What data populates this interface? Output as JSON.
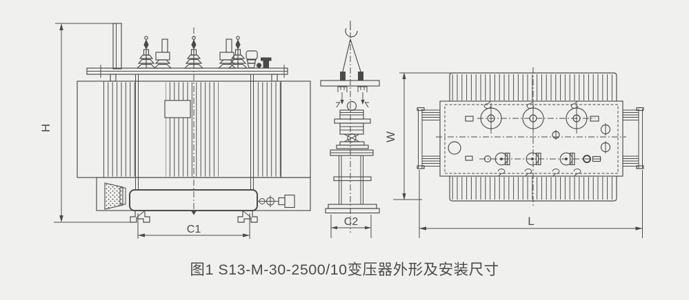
{
  "figure": {
    "caption": "图1 S13-M-30-2500/10变压器外形及安装尺寸",
    "figure_number": "图1",
    "model": "S13-M-30-2500/10",
    "background_color": "#f0f0ee",
    "line_color": "#4a4a4a"
  },
  "labels": {
    "height": "H",
    "front_base_width": "C1",
    "side_base_width": "C2",
    "width": "W",
    "length": "L"
  }
}
